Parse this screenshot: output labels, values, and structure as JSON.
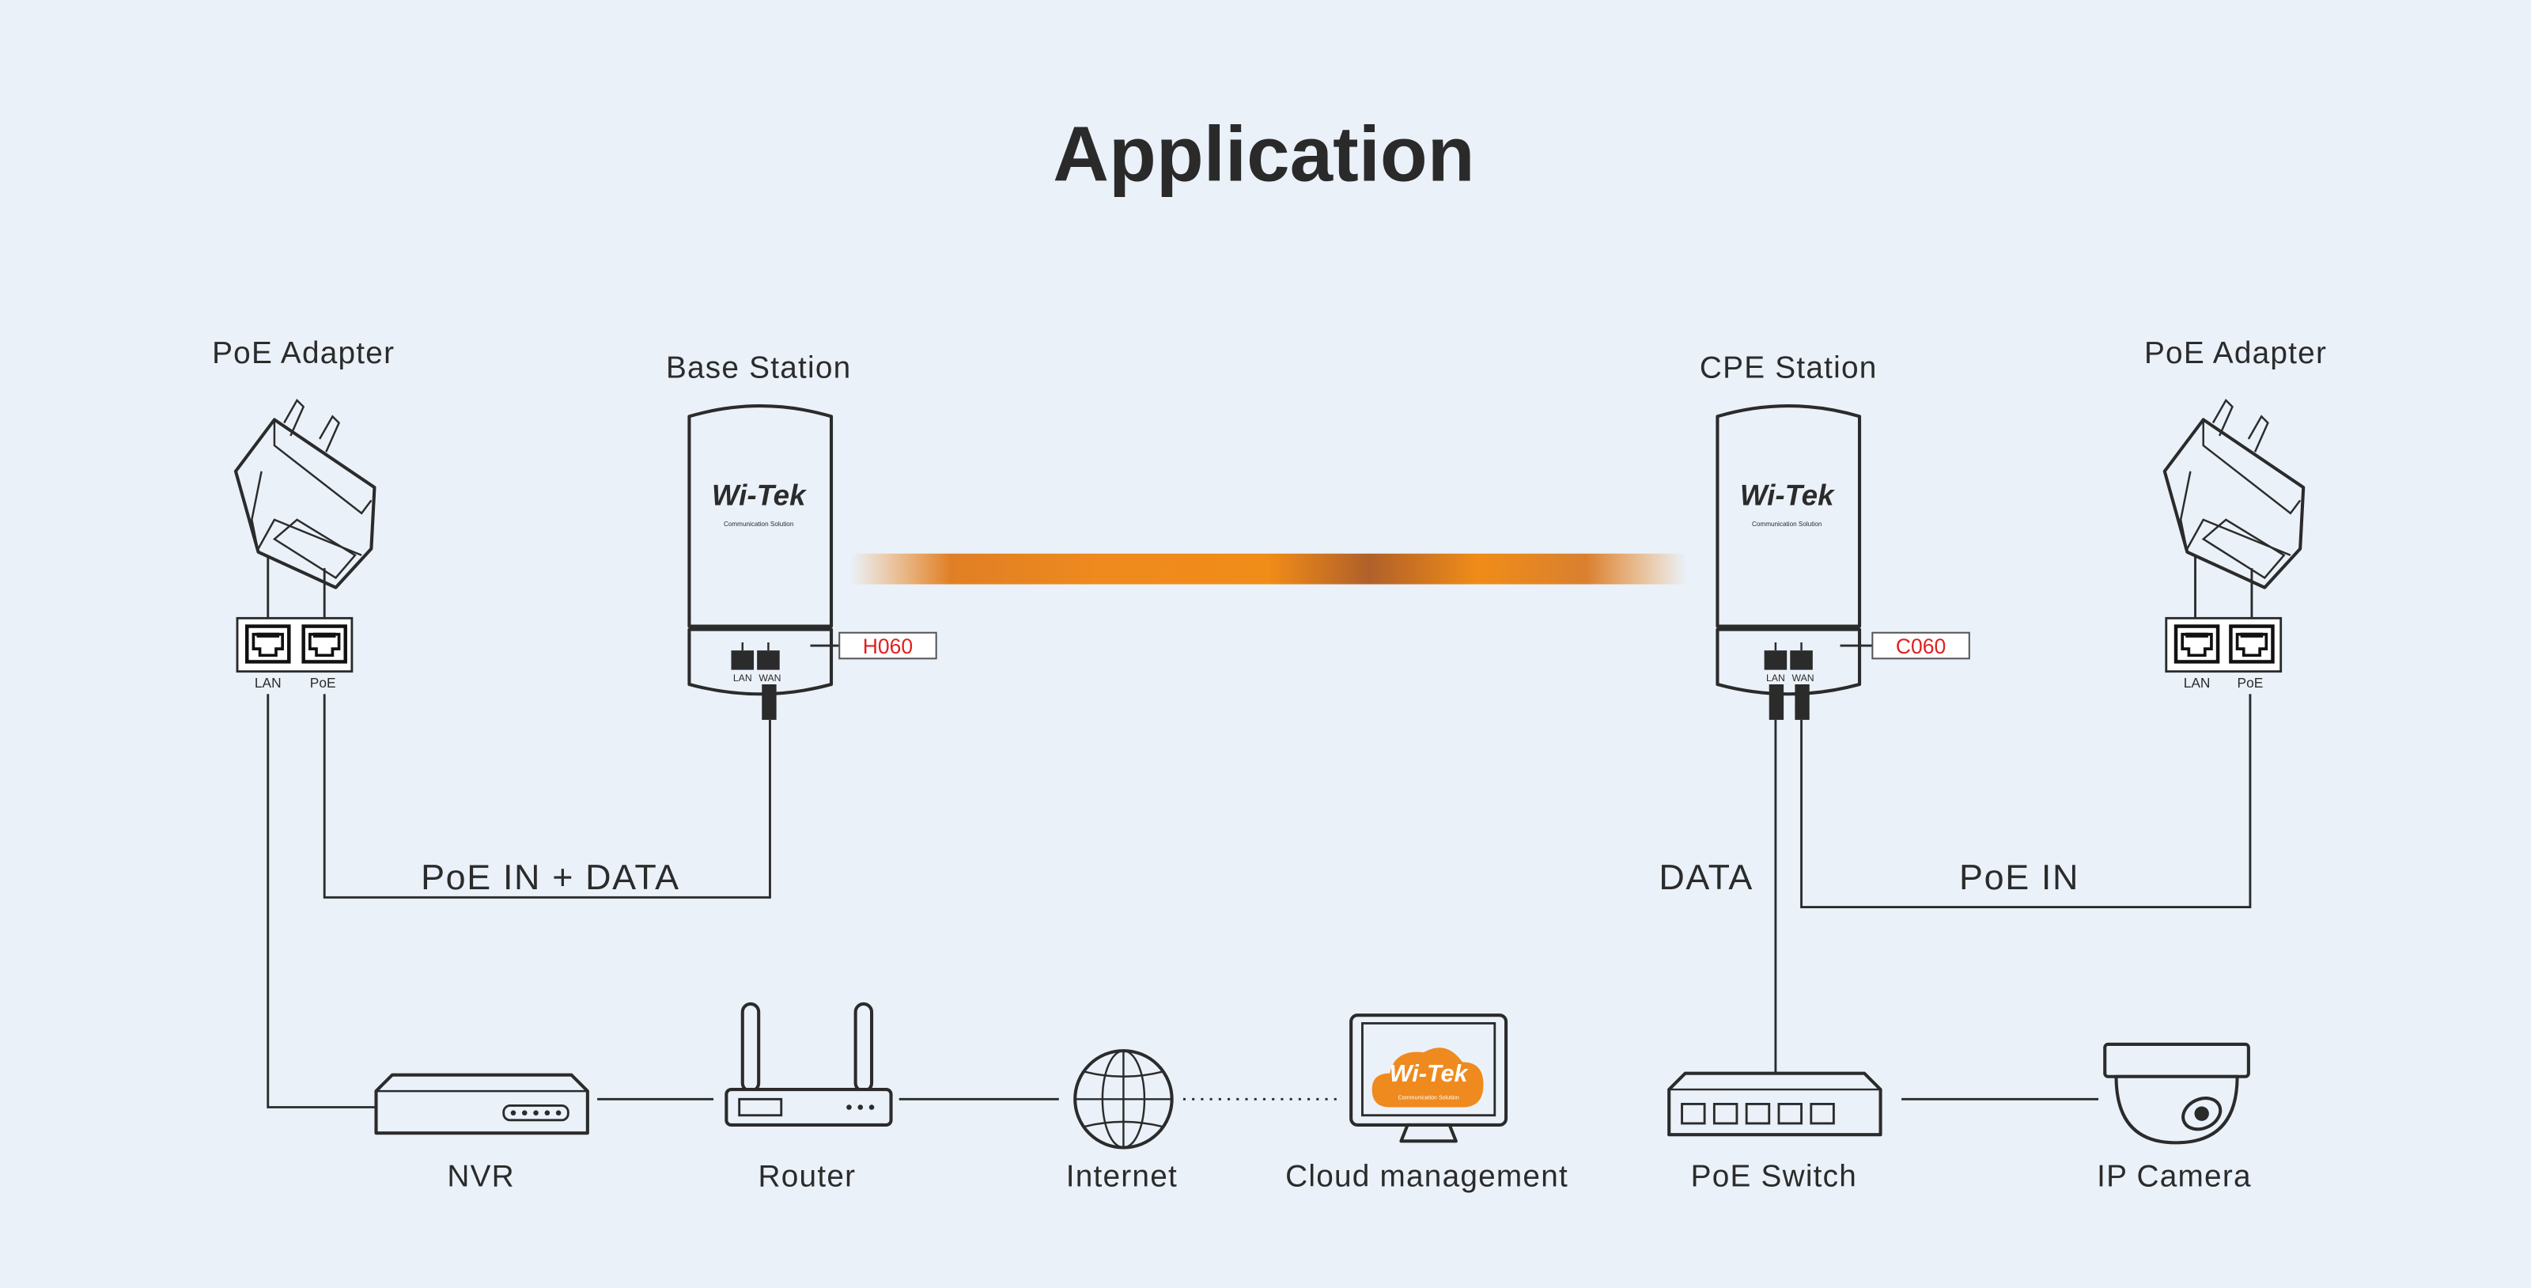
{
  "title": "Application",
  "colors": {
    "background": "#eaf1f9",
    "accent_orange": "#ef8a1e",
    "model_red": "#e02020",
    "line": "#2b2b2b"
  },
  "left_adapter": {
    "label": "PoE Adapter",
    "ports": [
      "LAN",
      "PoE"
    ]
  },
  "base_station": {
    "label": "Base Station",
    "brand": "Wi-Tek",
    "brand_tagline": "Communication Solution",
    "ports": [
      "LAN",
      "WAN"
    ],
    "model": "H060"
  },
  "cpe_station": {
    "label": "CPE Station",
    "brand": "Wi-Tek",
    "brand_tagline": "Communication Solution",
    "ports": [
      "LAN",
      "WAN"
    ],
    "model": "C060"
  },
  "right_adapter": {
    "label": "PoE Adapter",
    "ports": [
      "LAN",
      "PoE"
    ]
  },
  "links": {
    "left": "PoE IN + DATA",
    "data": "DATA",
    "right": "PoE IN"
  },
  "devices": {
    "nvr": "NVR",
    "router": "Router",
    "internet": "Internet",
    "cloud": "Cloud management",
    "cloud_brand": "Wi-Tek",
    "cloud_tagline": "Communication Solution",
    "switch": "PoE Switch",
    "camera": "IP Camera"
  }
}
